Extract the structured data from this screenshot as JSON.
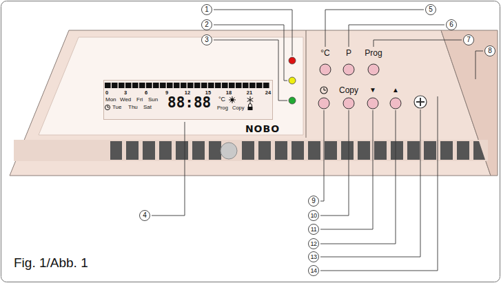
{
  "diagram": {
    "caption": "Fig. 1/Abb. 1",
    "nodes": [
      {
        "text": [
          "0",
          "3",
          "6",
          "9",
          "12",
          "15",
          "18",
          "21",
          "24",
          "Mon",
          "Wed",
          "Fri",
          "Sun",
          "Tue",
          "Thu",
          "Sat",
          "88:88",
          "°C",
          "Prog",
          "Copy"
        ]
      }
    ],
    "labels": [
      "1",
      "2",
      "3",
      "4",
      "5",
      "6",
      "7",
      "8",
      "9",
      "10",
      "11",
      "12",
      "13",
      "14",
      "NOBO",
      "°C",
      "P",
      "Prog",
      "Copy",
      "▼",
      "▲"
    ]
  }
}
